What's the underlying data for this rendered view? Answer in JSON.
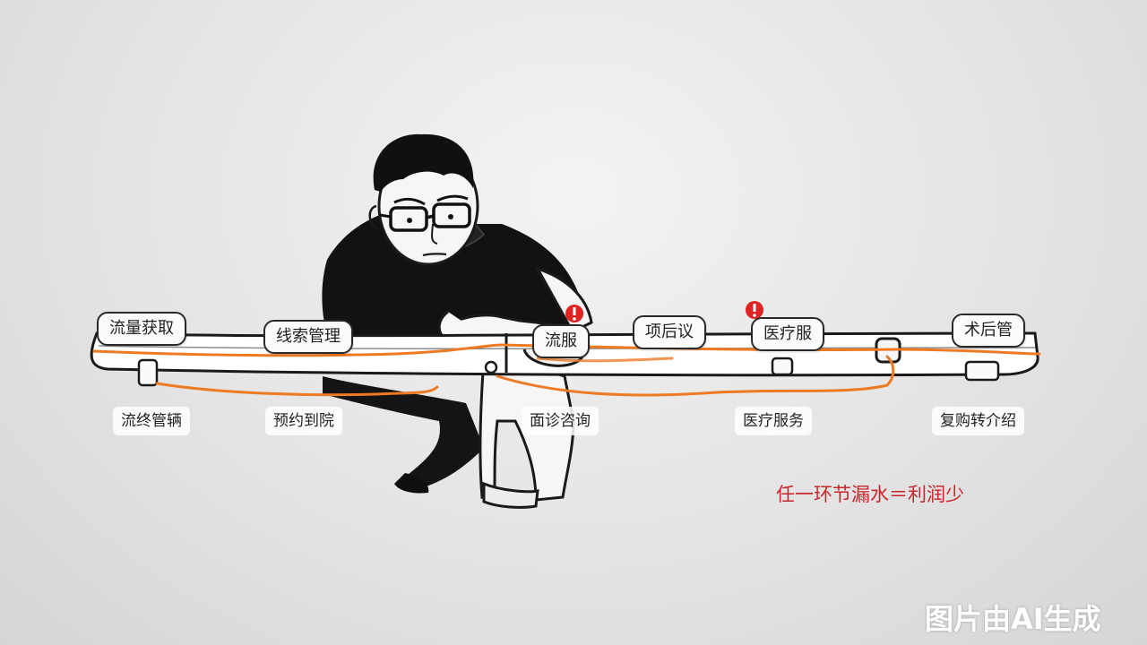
{
  "pipeline": {
    "top_labels": [
      "流量获取",
      "线索管理",
      "流服",
      "项后议",
      "医疗服",
      "术后管"
    ],
    "bottom_labels": [
      "流终管辆",
      "预约到院",
      "面诊咨询",
      "医疗服务",
      "复购转介绍"
    ]
  },
  "slogan": "任一环节漏水＝利润少",
  "watermark": "图片由AI生成",
  "colors": {
    "background": "#e6e6e6",
    "wire": "#ee7a24",
    "alert": "#e02424",
    "slogan": "#c8262b",
    "ink": "#1a1a1a"
  },
  "icons": [
    "alert-icon",
    "alert-icon"
  ]
}
